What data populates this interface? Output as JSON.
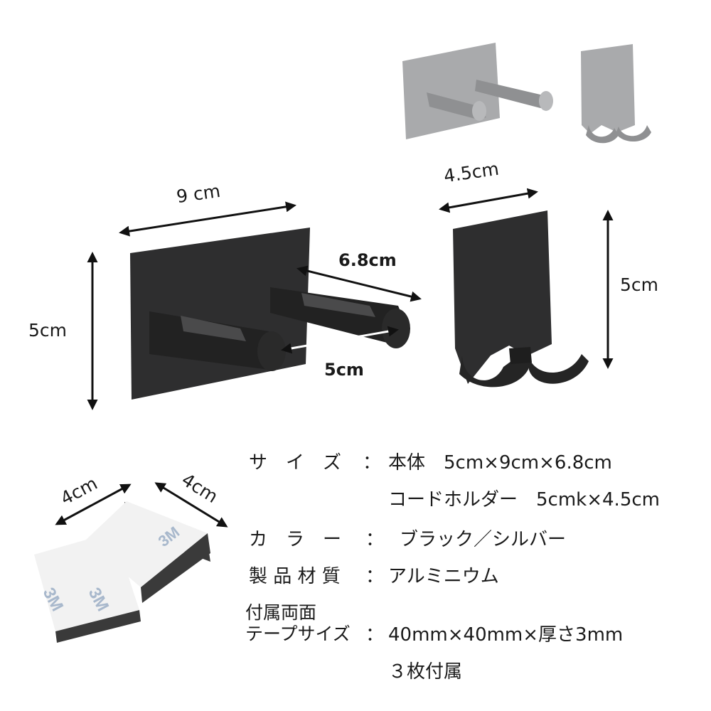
{
  "dimensions": {
    "main_width": "9 cm",
    "main_height": "5cm",
    "hook_length": "6.8cm",
    "hook_spacing": "5cm",
    "cord_width": "4.5cm",
    "cord_height": "5cm",
    "tape_width": "4cm",
    "tape_depth": "4cm"
  },
  "tape_brand": "3M",
  "colors": {
    "black": "#2b2b2b",
    "silver": "#a9aaac",
    "tape_white": "#f2f2f2",
    "tape_dark": "#3a3a3a"
  },
  "specs": {
    "size_label": "サ　イ　ズ",
    "size_colon": "：",
    "size_value_1": "本体　5cm×9cm×6.8cm",
    "size_value_2": "コードホルダー　5cmk×4.5cm",
    "color_label": "カ　ラ　ー",
    "color_colon": "：",
    "color_value": "ブラック／シルバー",
    "material_label": "製 品 材 質",
    "material_colon": "：",
    "material_value": "アルミニウム",
    "tape_label_1": "付属両面",
    "tape_label_2": "テープサイズ",
    "tape_colon": "：",
    "tape_value_1": "40mm×40mm×厚さ3mm",
    "tape_value_2": "３枚付属"
  }
}
